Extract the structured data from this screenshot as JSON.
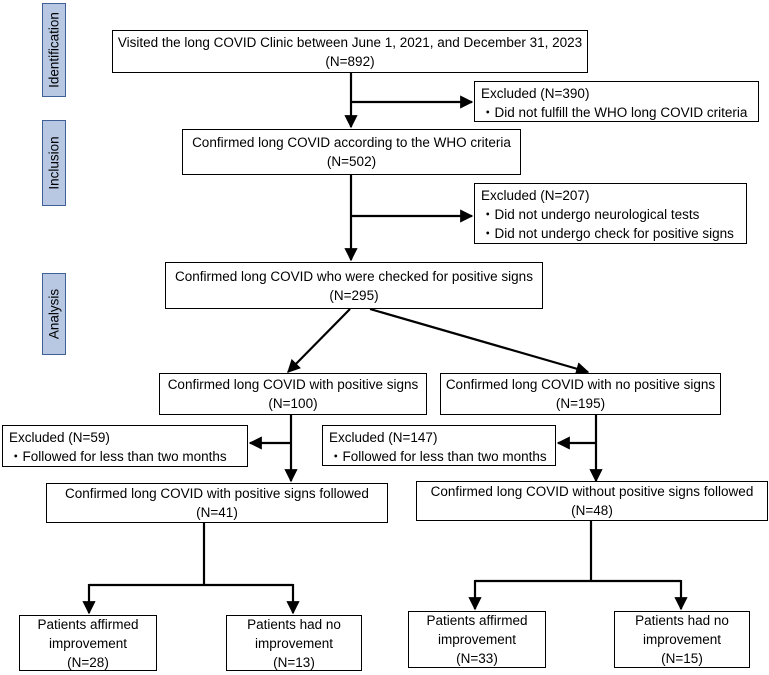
{
  "stages": {
    "identification": "Identification",
    "inclusion": "Inclusion",
    "analysis": "Analysis"
  },
  "boxes": {
    "visited": {
      "line1": "Visited the long COVID Clinic between June 1, 2021, and December 31, 2023",
      "line2": "(N=892)"
    },
    "excluded_390": {
      "line1": "Excluded (N=390)",
      "line2": "・Did not fulfill the WHO long COVID criteria"
    },
    "confirmed": {
      "line1": "Confirmed long COVID according to the WHO criteria",
      "line2": "(N=502)"
    },
    "excluded_207": {
      "line1": "Excluded (N=207)",
      "line2": "・Did not undergo neurological tests",
      "line3": "・Did not undergo check for positive signs"
    },
    "checked": {
      "line1": "Confirmed long COVID who were checked for positive signs",
      "line2": "(N=295)"
    },
    "positive": {
      "line1": "Confirmed long COVID with positive signs",
      "line2": "(N=100)"
    },
    "no_positive": {
      "line1": "Confirmed long COVID with no positive signs",
      "line2": "(N=195)"
    },
    "excluded_59": {
      "line1": "Excluded (N=59)",
      "line2": "・Followed for less than two months"
    },
    "excluded_147": {
      "line1": "Excluded (N=147)",
      "line2": "・Followed for less than two months"
    },
    "positive_followed": {
      "line1": "Confirmed long COVID with positive signs followed",
      "line2": "(N=41)"
    },
    "without_followed": {
      "line1": "Confirmed long COVID without positive signs followed",
      "line2": "(N=48)"
    },
    "pos_affirmed": {
      "line1": "Patients affirmed",
      "line2": "improvement",
      "line3": "(N=28)"
    },
    "pos_no_improve": {
      "line1": "Patients had no",
      "line2": "improvement",
      "line3": "(N=13)"
    },
    "neg_affirmed": {
      "line1": "Patients affirmed",
      "line2": "improvement",
      "line3": "(N=33)"
    },
    "neg_no_improve": {
      "line1": "Patients had no",
      "line2": "improvement",
      "line3": "(N=15)"
    }
  }
}
